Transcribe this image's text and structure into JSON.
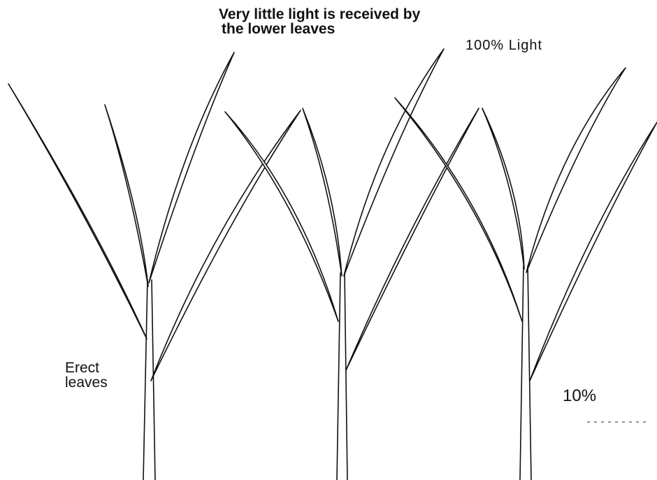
{
  "labels": {
    "top_note_line1": "Very little light is received by",
    "top_note_line2": "the lower leaves",
    "full_light": "100% Light",
    "erect_line1": "Erect",
    "erect_line2": "leaves",
    "low_light": "10%"
  },
  "colors": {
    "ink": "#111111",
    "background": "#ffffff"
  }
}
